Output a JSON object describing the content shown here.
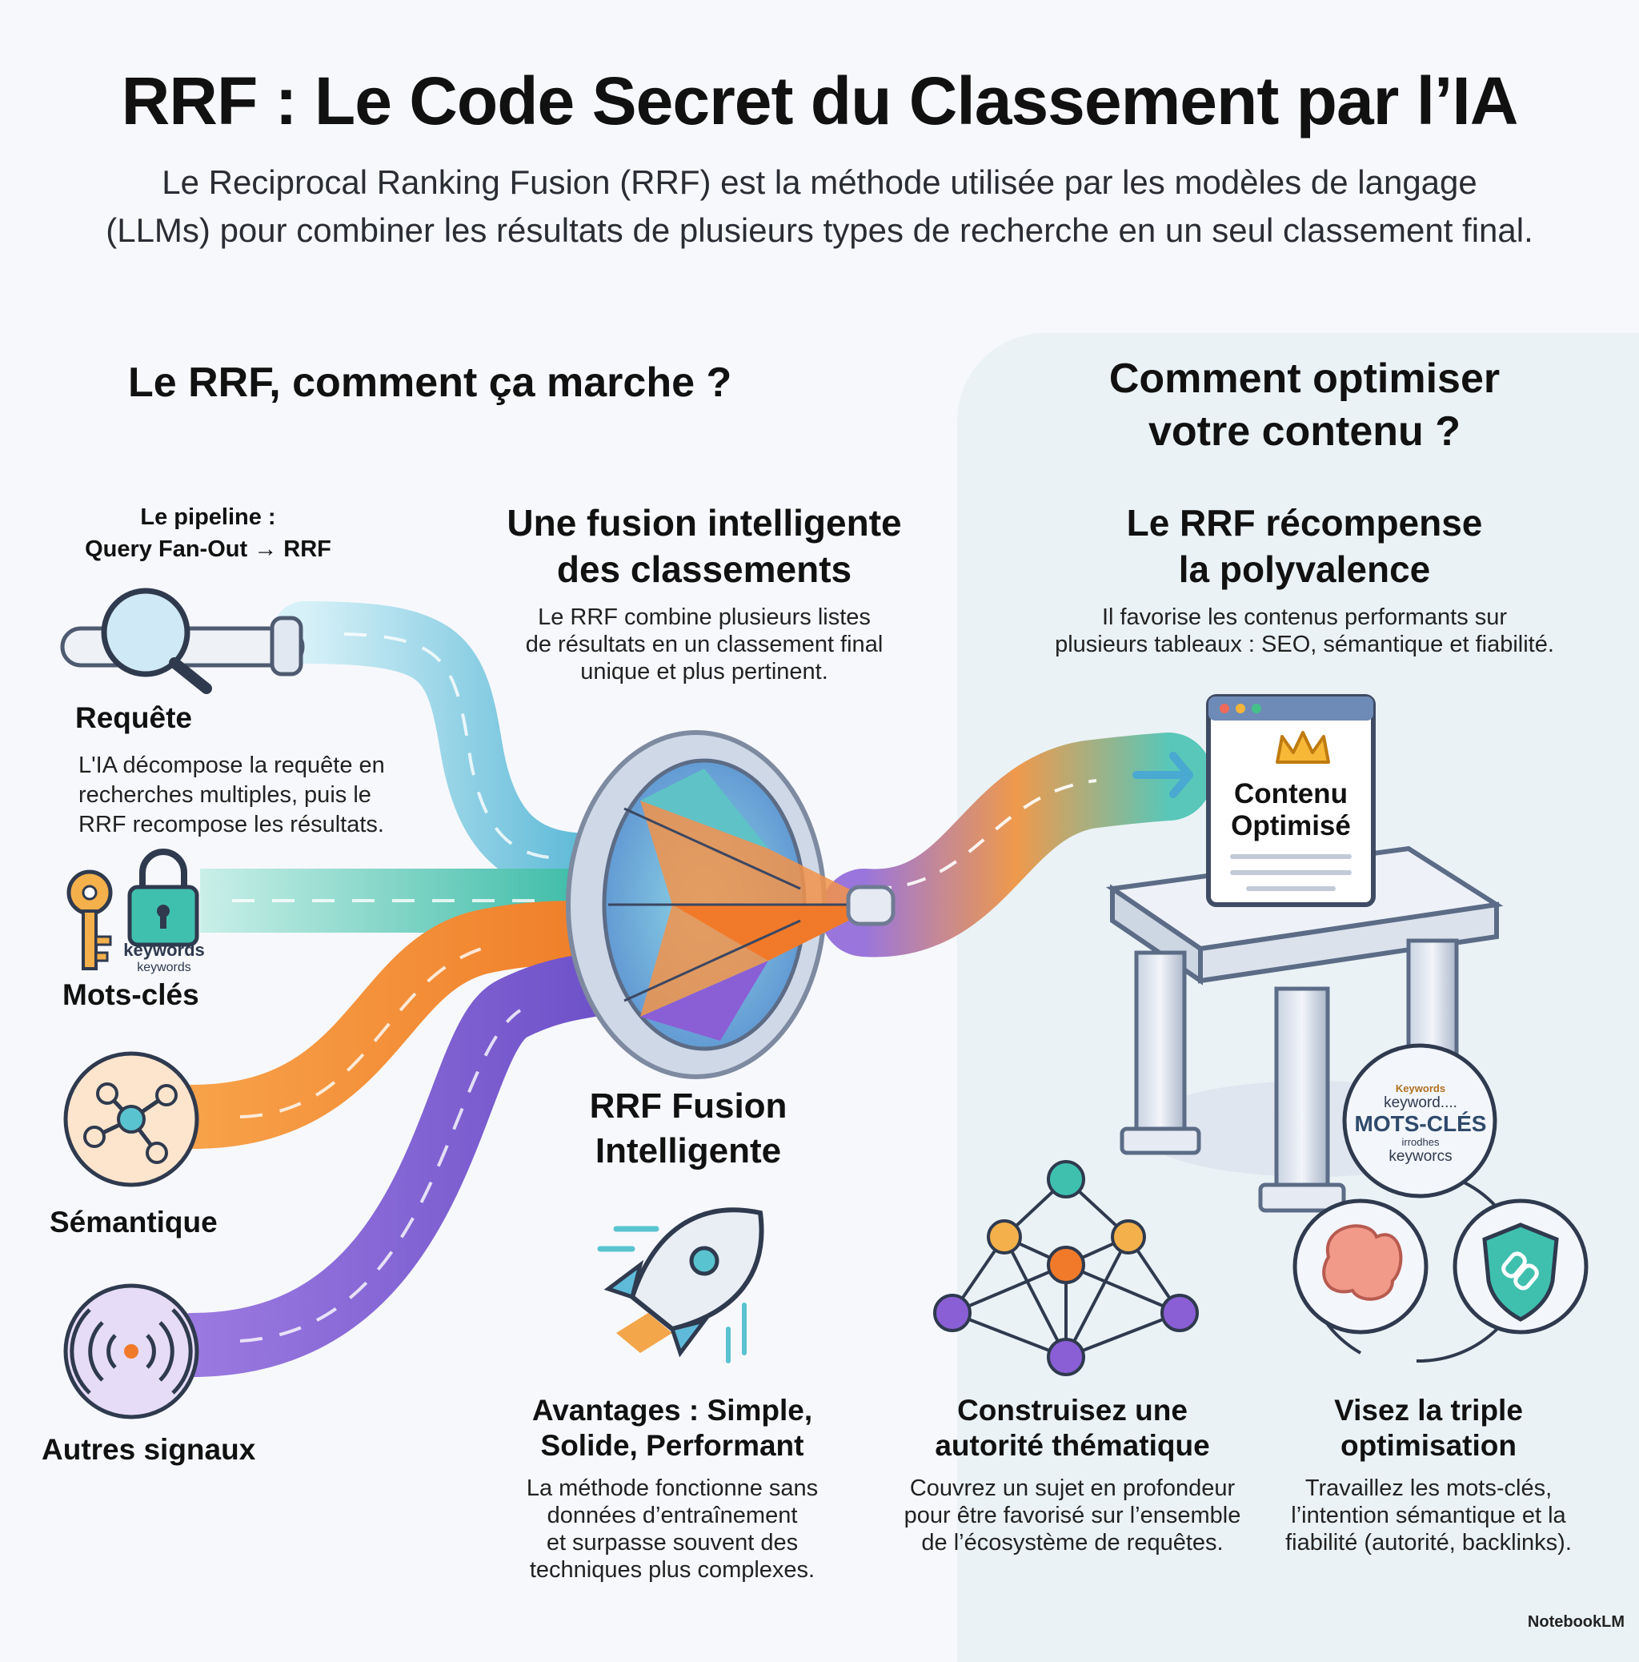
{
  "header": {
    "title": "RRF : Le Code Secret du Classement par l’IA",
    "subtitle_line1": "Le Reciprocal Ranking Fusion (RRF) est la méthode utilisée par les modèles de langage",
    "subtitle_line2": "(LLMs) pour combiner les résultats de plusieurs types de recherche en un seul classement final."
  },
  "left": {
    "heading": "Le RRF, comment ça marche ?",
    "pipeline_line1": "Le pipeline :",
    "pipeline_line2": "Query Fan-Out → RRF",
    "inputs": [
      {
        "label": "Requête",
        "icon": "search-icon",
        "color": "#5bbbd8"
      },
      {
        "label": "Mots-clés",
        "icon": "key-lock-icon",
        "color": "#3fbfae"
      },
      {
        "label": "Sémantique",
        "icon": "network-icon",
        "color": "#f28a2e"
      },
      {
        "label": "Autres signaux",
        "icon": "signal-icon",
        "color": "#8a5fd6"
      }
    ],
    "requete_desc_1": "L'IA décompose la requête en",
    "requete_desc_2": "recherches multiples, puis le",
    "requete_desc_3": "RRF recompose les résultats.",
    "keywords_big": "keywords",
    "keywords_small": "keywords"
  },
  "middle": {
    "fusion_title_1": "Une fusion intelligente",
    "fusion_title_2": "des classements",
    "fusion_desc_1": "Le RRF combine plusieurs listes",
    "fusion_desc_2": "de résultats en un classement final",
    "fusion_desc_3": "unique et plus pertinent.",
    "lens_label_1": "RRF Fusion",
    "lens_label_2": "Intelligente",
    "adv_title_1": "Avantages : Simple,",
    "adv_title_2": "Solide, Performant",
    "adv_desc_1": "La méthode fonctionne sans",
    "adv_desc_2": "données d’entraînement",
    "adv_desc_3": "et surpasse souvent des",
    "adv_desc_4": "techniques plus complexes."
  },
  "right": {
    "heading_1": "Comment optimiser",
    "heading_2": "votre contenu ?",
    "poly_title_1": "Le RRF récompense",
    "poly_title_2": "la polyvalence",
    "poly_desc_1": "Il favorise les contenus performants sur",
    "poly_desc_2": "plusieurs tableaux : SEO, sémantique et fiabilité.",
    "card_line1": "Contenu",
    "card_line2": "Optimisé",
    "badge_top": "Keywords",
    "badge_kw": "keyword....",
    "badge_main": "MOTS-CLÉS",
    "badge_sub1": "irrodhes",
    "badge_sub2": "keyworcs",
    "auth_title_1": "Construisez une",
    "auth_title_2": "autorité thématique",
    "auth_desc_1": "Couvrez un sujet en profondeur",
    "auth_desc_2": "pour être favorisé sur l’ensemble",
    "auth_desc_3": "de l’écosystème de requêtes.",
    "triple_title_1": "Visez la triple",
    "triple_title_2": "optimisation",
    "triple_desc_1": "Travaillez les mots-clés,",
    "triple_desc_2": "l’intention sémantique et la",
    "triple_desc_3": "fiabilité (autorité, backlinks)."
  },
  "footer": {
    "brand": "NotebookLM"
  }
}
